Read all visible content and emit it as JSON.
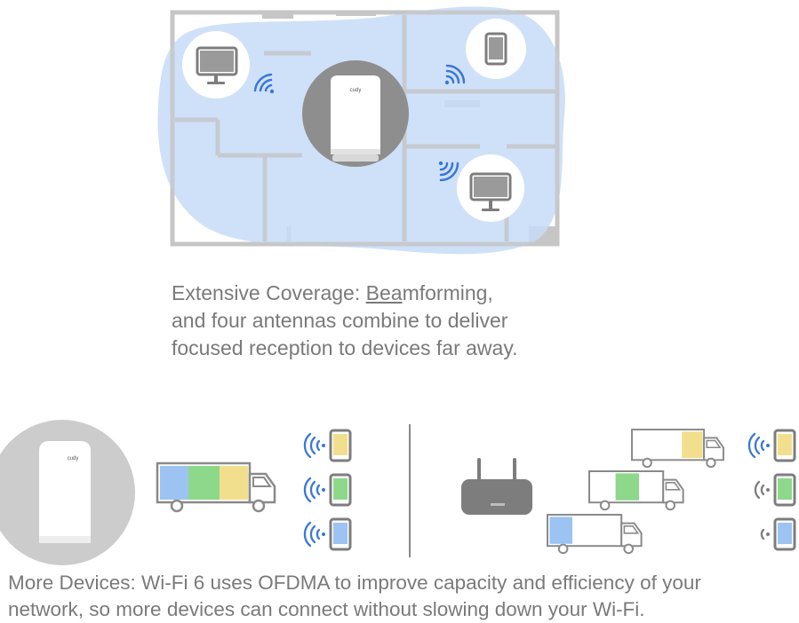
{
  "colors": {
    "coverage": "#c7dcf7",
    "wall": "#c6c6c6",
    "circle_dark": "#8e8e8e",
    "device_gray": "#7d7d7d",
    "wifi_blue": "#3a78d6",
    "yellow": "#f2df8e",
    "green": "#8dd88a",
    "blue": "#9cc3f2",
    "caption": "#7a7a7a"
  },
  "router_brand": "cudy",
  "coverage_caption": {
    "line1_prefix": "Extensive Coverage: ",
    "line1_underlined": "Bea",
    "line1_suffix": "mforming,",
    "line2": "and four antennas combine to deliver",
    "line3": "focused reception to devices far away."
  },
  "devices_caption": {
    "line1": "More Devices: Wi-Fi 6 uses OFDMA to improve capacity and efficiency of your",
    "line2": "network, so more devices can connect without slowing down your Wi-Fi."
  },
  "icons": {
    "monitor": "monitor-icon",
    "phone": "phone-icon",
    "wifi": "wifi-signal-icon",
    "truck": "truck-icon",
    "router": "router-icon"
  }
}
